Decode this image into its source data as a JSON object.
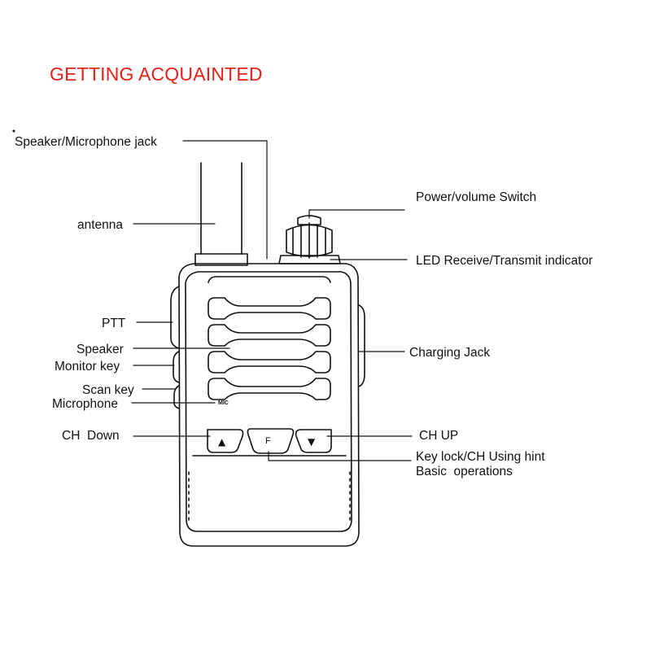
{
  "title": "GETTING ACQUAINTED",
  "colors": {
    "title": "#e3231b",
    "ink": "#111111"
  },
  "labels": {
    "speaker_mic_jack": "Speaker/Microphone jack",
    "antenna": "antenna",
    "power_volume_switch": "Power/volume Switch",
    "led_indicator": "LED Receive/Transmit indicator",
    "ptt": "PTT",
    "speaker": "Speaker",
    "monitor_key": "Monitor key",
    "charging_jack": "Charging Jack",
    "scan_key": "Scan key",
    "microphone": "Microphone",
    "ch_down": "CH  Down",
    "ch_up": "CH UP",
    "key_lock_hint": "Key lock/CH Using hint",
    "basic_operations": "Basic  operations"
  },
  "device": {
    "mic_marking": "MIC",
    "key_down_glyph": "▲",
    "key_up_glyph": "▼",
    "key_function_glyph": "F"
  }
}
